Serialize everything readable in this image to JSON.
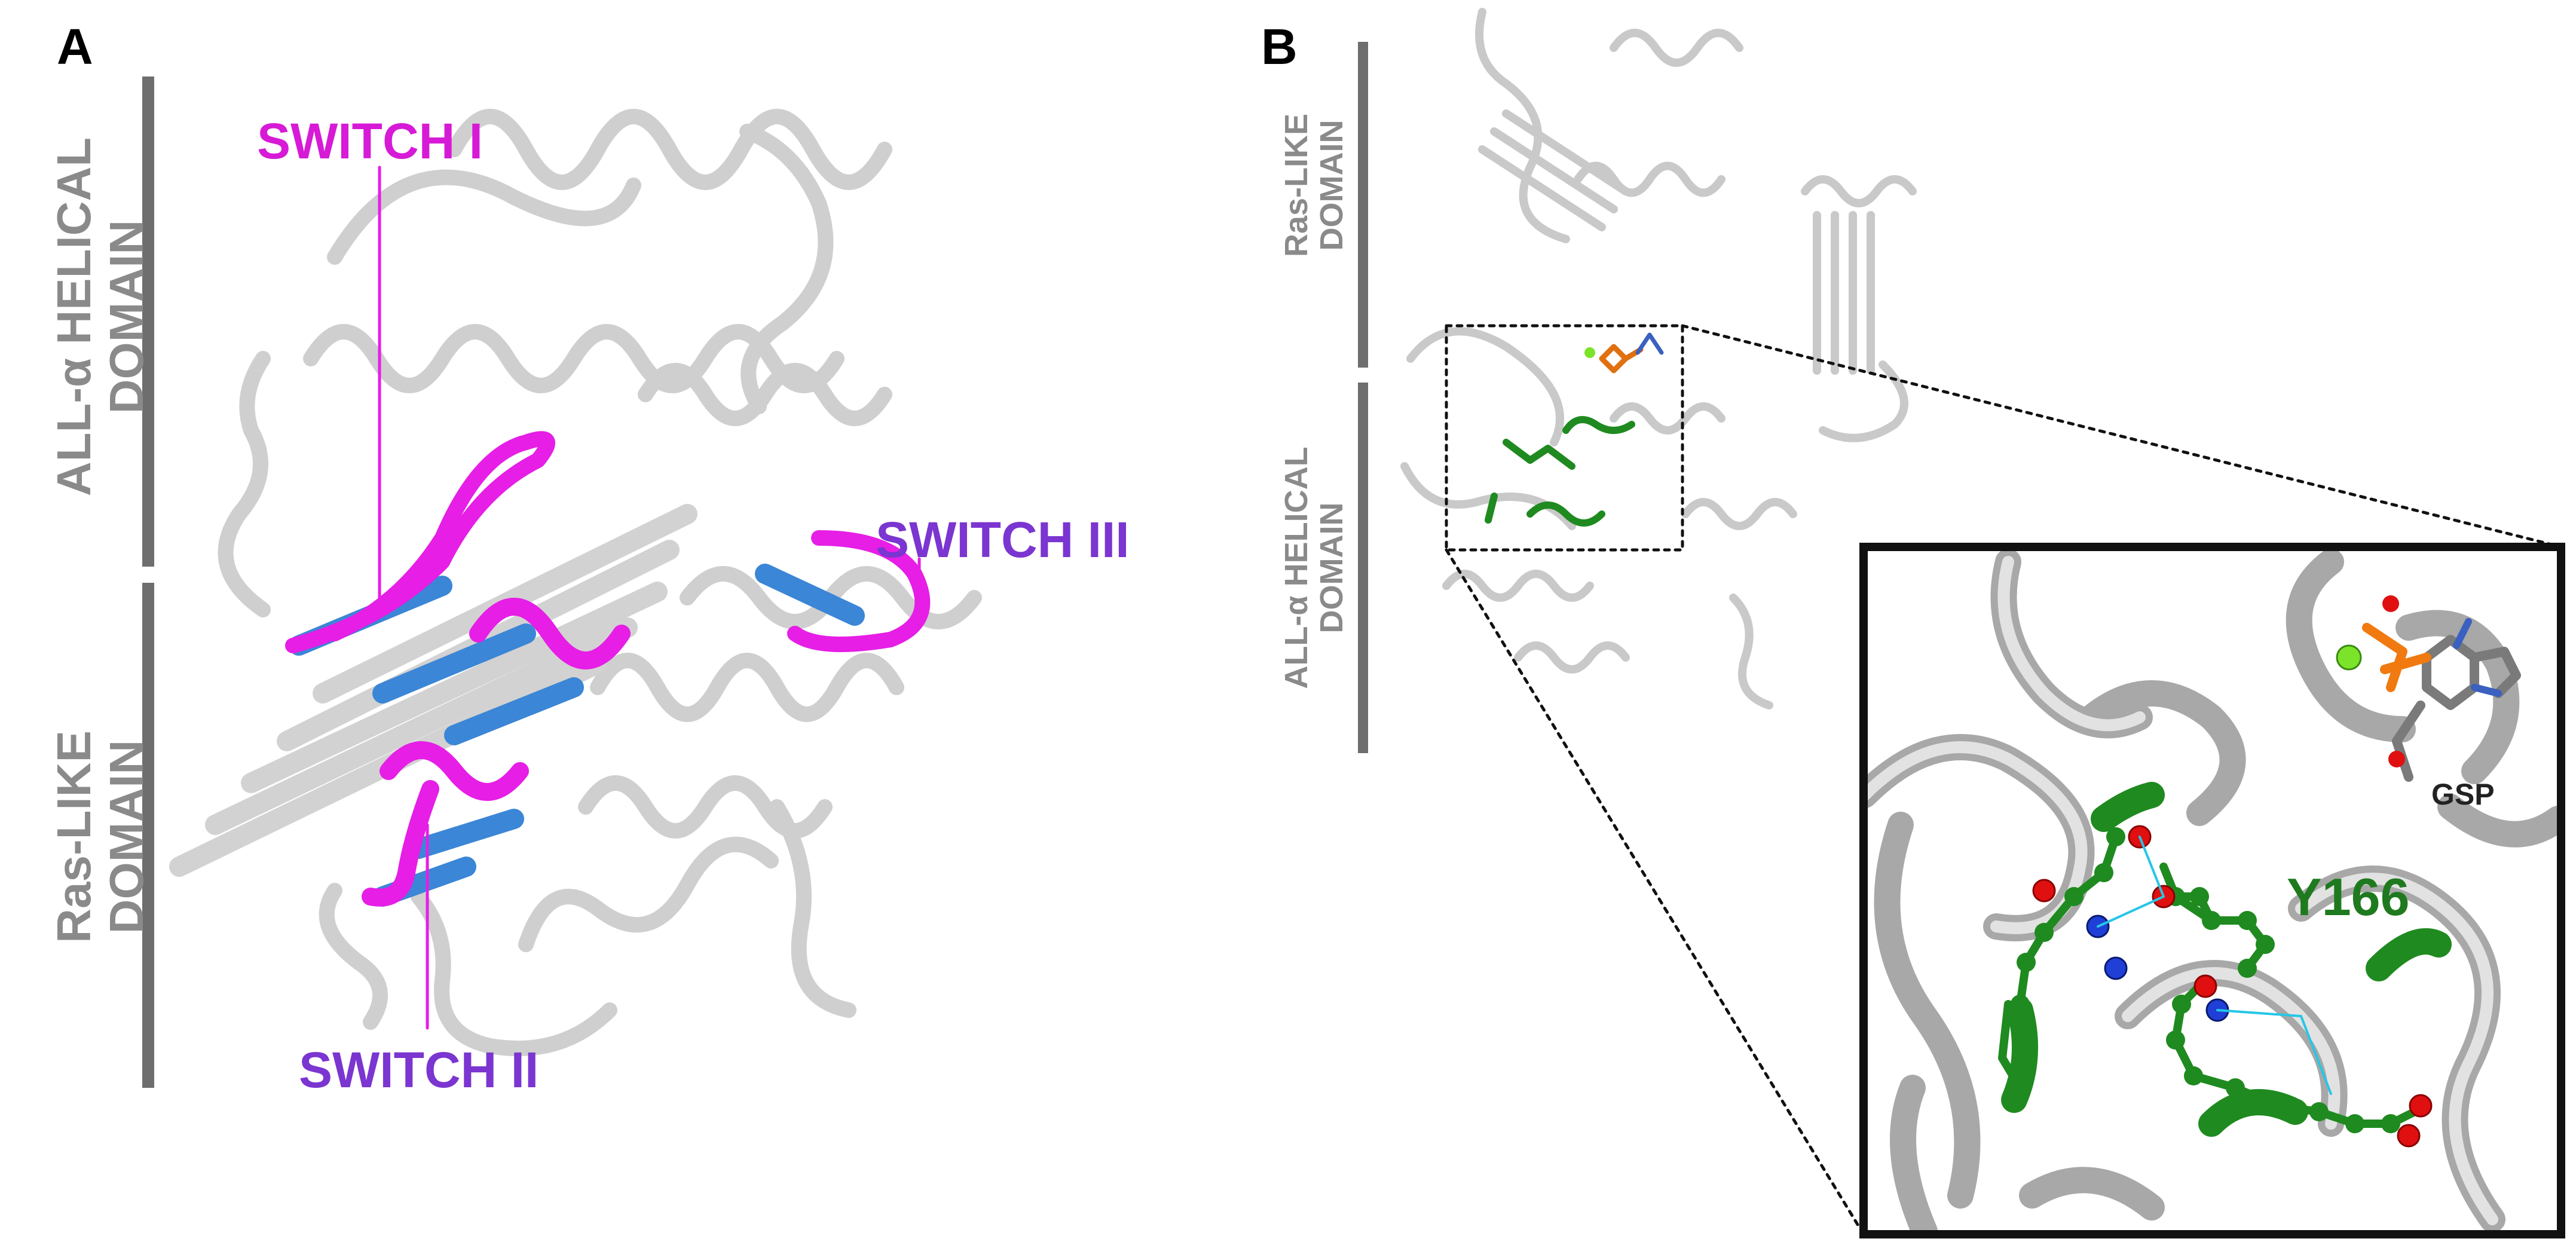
{
  "panels": {
    "a": {
      "letter": "A",
      "domain_top_line1": "ALL-α HELICAL",
      "domain_top_line2": "DOMAIN",
      "domain_bottom_line1": "Ras-LIKE",
      "domain_bottom_line2": "DOMAIN",
      "switch1": "SWITCH I",
      "switch2": "SWITCH II",
      "switch3": "SWITCH III"
    },
    "b": {
      "letter": "B",
      "domain_top_line1": "Ras-LIKE",
      "domain_top_line2": "DOMAIN",
      "domain_bottom_line1": "ALL-α HELICAL",
      "domain_bottom_line2": "DOMAIN",
      "residue": "Y166",
      "ligand": "GSP"
    }
  },
  "colors": {
    "backbone": "#cfcfcf",
    "backbone_dark": "#9a9a9a",
    "switch_magenta": "#e61ee6",
    "blue_strand": "#3b86d6",
    "green_residue": "#1f8a1f",
    "oxygen": "#e01010",
    "nitrogen": "#1f3fd6",
    "hbond": "#25c6e6"
  }
}
